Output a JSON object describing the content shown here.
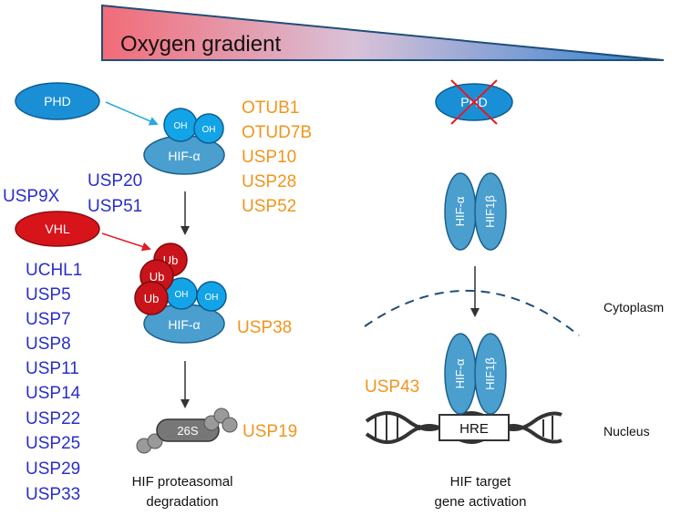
{
  "colors": {
    "blue_text": "#2a2ec8",
    "orange_text": "#f0951c",
    "phd_fill": "#1a8fd6",
    "hif_fill": "#4a9fcf",
    "ub_fill": "#c8141a",
    "arrow": "#333333"
  },
  "gradient": {
    "title": "Oxygen gradient",
    "from_color": "#f26b78",
    "to_color": "#2f7fd0"
  },
  "left": {
    "phd_label": "PHD",
    "hif_label": "HIF-α",
    "oh_label": "OH",
    "vhl_label": "VHL",
    "ub_label": "Ub",
    "proteasome_label": "26S",
    "orange_dubs": [
      "OTUB1",
      "OTUD7B",
      "USP10",
      "USP28",
      "USP52"
    ],
    "blue_top": [
      "USP20",
      "USP51"
    ],
    "usp9x": "USP9X",
    "blue_list": [
      "UCHL1",
      "USP5",
      "USP7",
      "USP8",
      "USP11",
      "USP14",
      "USP22",
      "USP25",
      "USP29",
      "USP33"
    ],
    "usp38": "USP38",
    "usp19": "USP19",
    "caption_line1": "HIF proteasomal",
    "caption_line2": "degradation"
  },
  "right": {
    "phd_label": "PHD",
    "hif_a": "HIF-α",
    "hif_b": "HIF1β",
    "cytoplasm": "Cytoplasm",
    "nucleus": "Nucleus",
    "usp43": "USP43",
    "hre": "HRE",
    "caption_line1": "HIF target",
    "caption_line2": "gene activation"
  }
}
